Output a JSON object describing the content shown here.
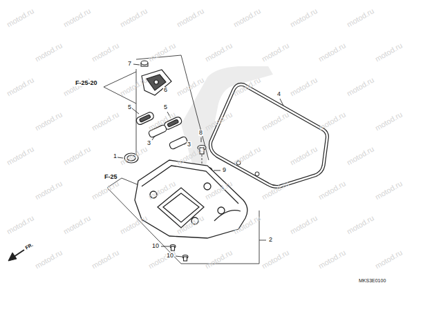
{
  "diagram": {
    "labels": [
      "7",
      "F-25-20",
      "6",
      "5",
      "5",
      "3",
      "3",
      "4",
      "8",
      "1",
      "F-25",
      "9",
      "2",
      "10",
      "10",
      "FR.",
      "MKS3E0100",
      "motod.ru",
      "motod.ru",
      "motod.ru",
      "motod.ru",
      "motod.ru",
      "motod.ru",
      "motod.ru",
      "motod.ru",
      "motod.ru",
      "motod.ru",
      "motod.ru",
      "motod.ru",
      "motod.ru",
      "motod.ru",
      "motod.ru",
      "motod.ru",
      "motod.ru",
      "motod.ru",
      "motod.ru",
      "motod.ru",
      "motod.ru",
      "motod.ru",
      "motod.ru",
      "motod.ru",
      "motod.ru",
      "motod.ru",
      "motod.ru",
      "motod.ru",
      "motod.ru",
      "motod.ru",
      "motod.ru",
      "motod.ru",
      "motod.ru",
      "motod.ru",
      "motod.ru",
      "motod.ru",
      "motod.ru",
      "motod.ru",
      "motod.ru",
      "motod.ru",
      "motod.ru",
      "motod.ru",
      "motod.ru",
      "motod.ru",
      "motod.ru",
      "motod.ru",
      "motod.ru",
      "motod.ru",
      "motod.ru",
      "motod.ru",
      "motod.ru",
      "motod.ru",
      "motod.ru",
      "motod.ru",
      "motod.ru",
      "motod.ru"
    ]
  }
}
